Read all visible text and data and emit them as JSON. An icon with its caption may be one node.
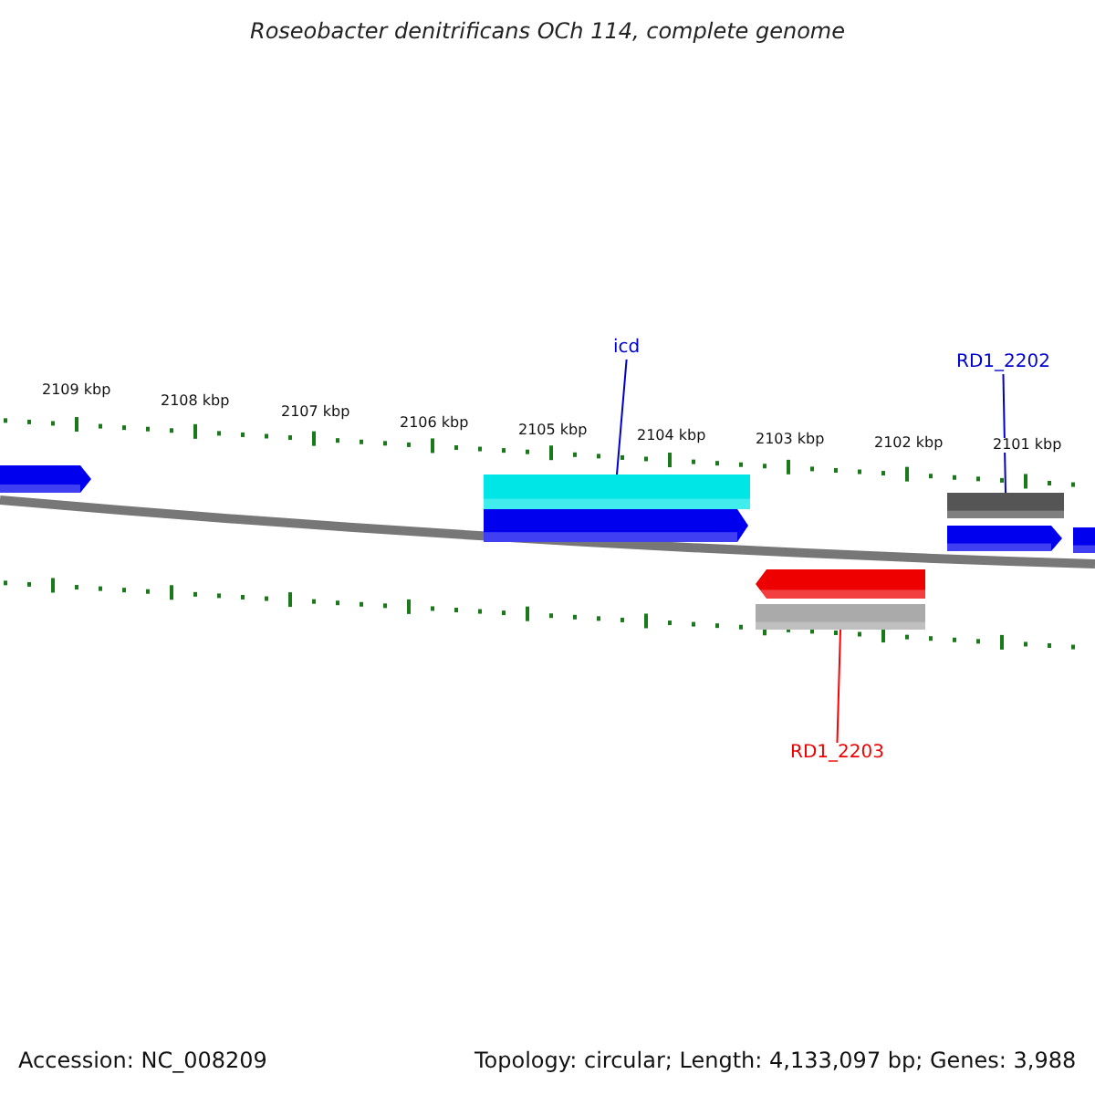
{
  "diagram": {
    "title": "Roseobacter denitrificans OCh 114, complete genome",
    "nodes": [
      {
        "text": [
          "icd"
        ]
      },
      {
        "text": [],
        "shape": "bar"
      },
      {
        "text": [
          "RD1_2202"
        ]
      },
      {
        "text": [],
        "shape": "bar"
      },
      {
        "text": [
          "RD1_2203"
        ]
      },
      {
        "text": [],
        "shape": "bar"
      }
    ],
    "edges": [
      {
        "from": 0,
        "to": 1,
        "arrow": "none"
      },
      {
        "from": 2,
        "to": 3,
        "arrow": "none"
      },
      {
        "from": 4,
        "to": 5,
        "arrow": "none",
        "color": "#ff0000"
      }
    ],
    "labels": [
      "2109 kbp",
      "2108 kbp",
      "2107 kbp",
      "2106 kbp",
      "2105 kbp",
      "2104 kbp",
      "2103 kbp",
      "2102 kbp",
      "2101 kbp",
      "Accession: NC_008209",
      "Topology: circular; Length: 4,133,097 bp; Genes: 3,988"
    ]
  }
}
